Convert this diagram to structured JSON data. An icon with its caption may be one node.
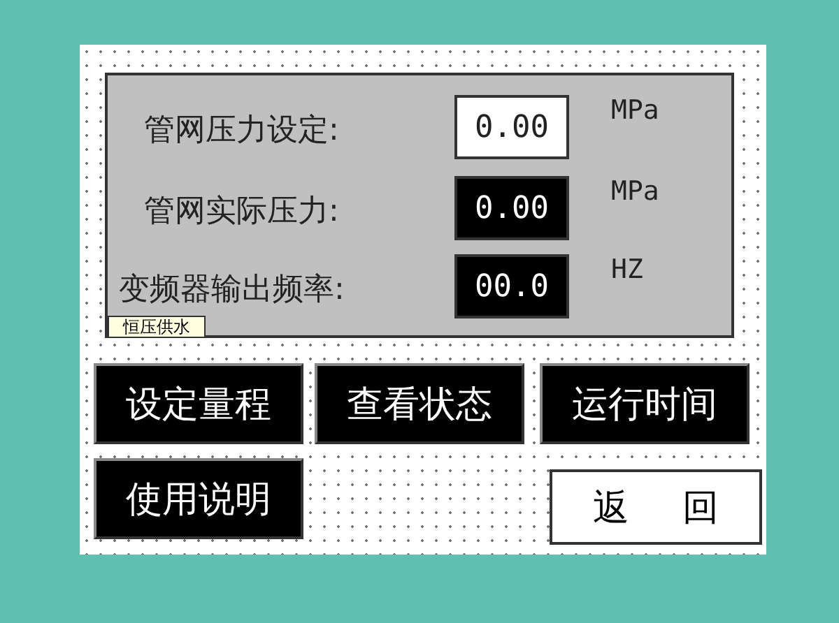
{
  "diagram": {
    "nodes": [
      {
        "text": [],
        "shape": "box"
      },
      {
        "text": [
          "0.00"
        ],
        "in": 0
      },
      {
        "text": [
          "0.00"
        ],
        "in": 0
      },
      {
        "text": [
          "00.0"
        ],
        "in": 0
      },
      {
        "text": [
          "恒压供水"
        ],
        "in": 0
      },
      {
        "text": [
          "设定量程"
        ]
      },
      {
        "text": [
          "查看状态"
        ]
      },
      {
        "text": [
          "运行时间"
        ]
      },
      {
        "text": [
          "使用说明"
        ]
      },
      {
        "text": [
          "返 回"
        ]
      }
    ],
    "edges": [],
    "labels": [
      "管网压力设定:",
      "MPa",
      "管网实际压力:",
      "MPa",
      "变频器输出频率:",
      "HZ"
    ]
  }
}
